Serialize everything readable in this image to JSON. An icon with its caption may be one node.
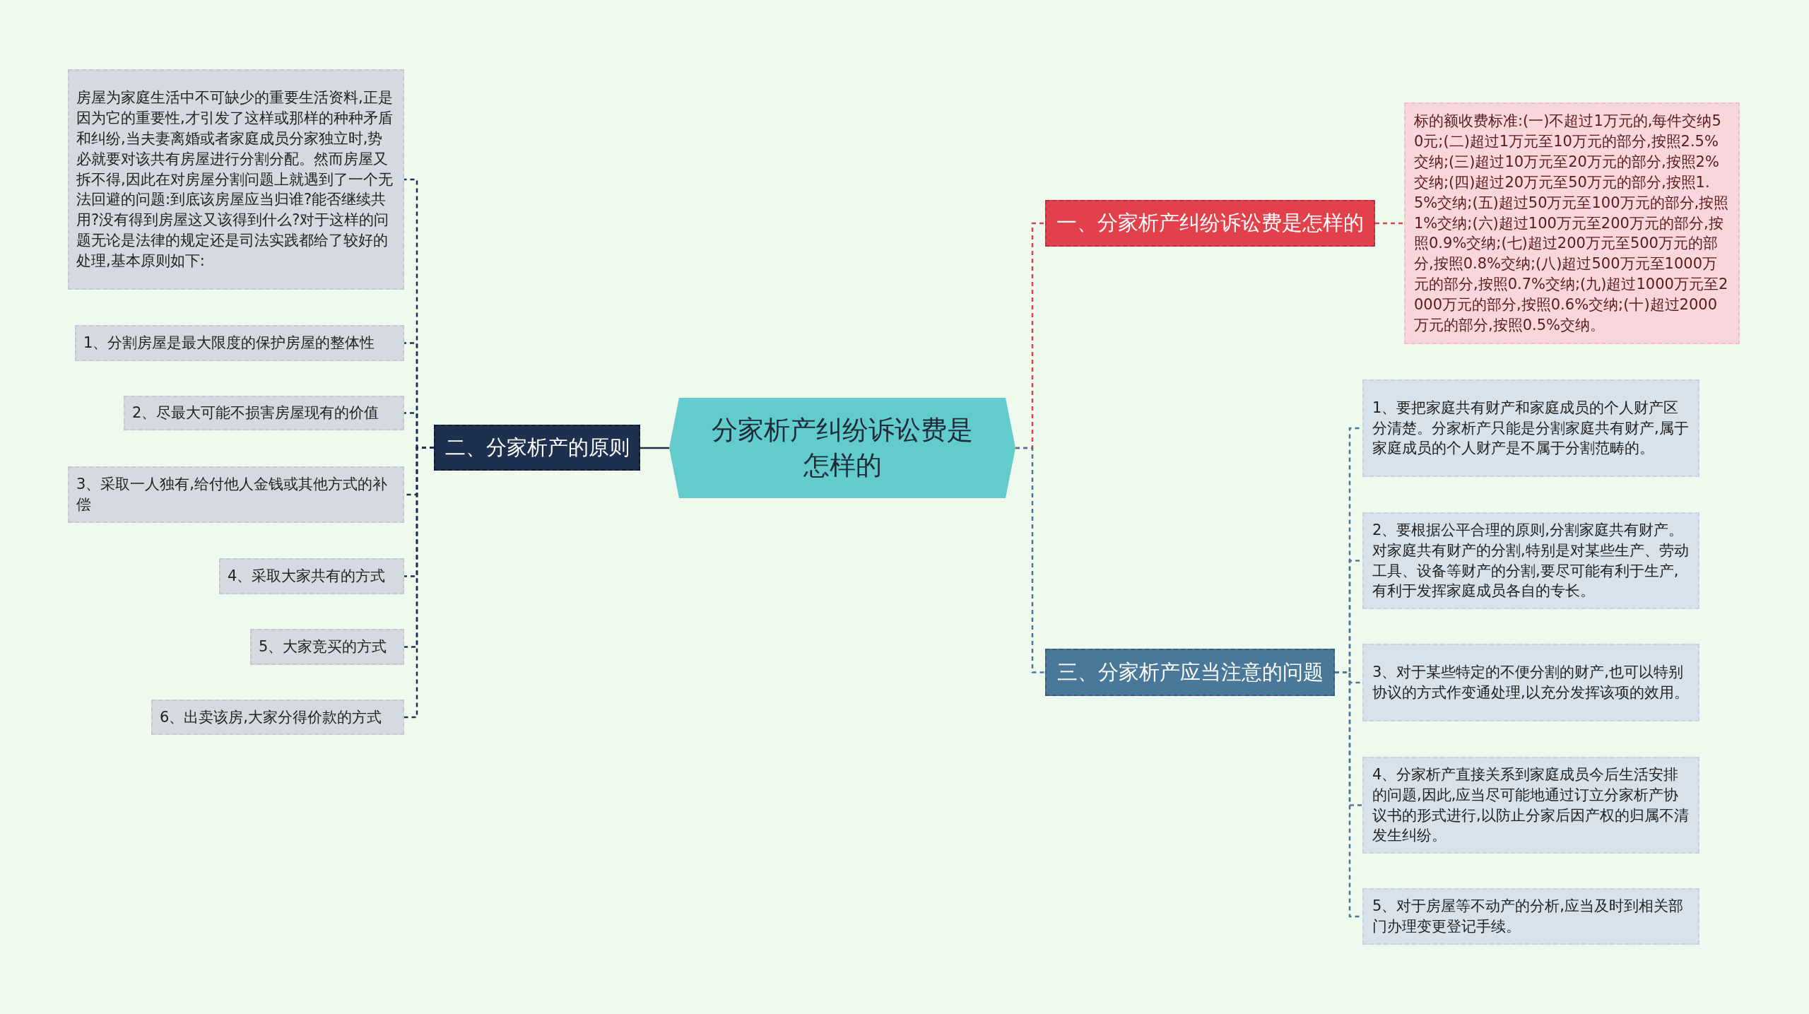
{
  "diagram": {
    "nodes": [
      {
        "text": [
          "分家析产纠纷诉讼费是怎样的"
        ]
      },
      {
        "text": [
          "一、分家析产纠纷诉讼费是怎样的"
        ]
      },
      {
        "text": [
          "标的额收费标准:(一)不超过1万元的,每件交纳50元;(二)超过1万元至10万元的部分,按照2.5%交纳;(三)超过10万元至20万元的部分,按照2%交纳;(四)超过20万元至50万元的部分,按照1.5%交纳;(五)超过50万元至100万元的部分,按照1%交纳;(六)超过100万元至200万元的部分,按照0.9%交纳;(七)超过200万元至500万元的部分,按照0.8%交纳;(八)超过500万元至1000万元的部分,按照0.7%交纳;(九)超过1000万元至2000万元的部分,按照0.6%交纳;(十)超过2000万元的部分,按照0.5%交纳。"
        ]
      },
      {
        "text": [
          "二、分家析产的原则"
        ]
      },
      {
        "text": [
          "房屋为家庭生活中不可缺少的重要生活资料,正是因为它的重要性,才引发了这样或那样的种种矛盾和纠纷,当夫妻离婚或者家庭成员分家独立时,势必就要对该共有房屋进行分割分配。然而房屋又拆不得,因此在对房屋分割问题上就遇到了一个无法回避的问题:到底该房屋应当归谁?能否继续共用?没有得到房屋这又该得到什么?对于这样的问题无论是法律的规定还是司法实践都给了较好的处理,基本原则如下:"
        ]
      },
      {
        "text": [
          "1、分割房屋是最大限度的保护房屋的整体性"
        ]
      },
      {
        "text": [
          "2、尽最大可能不损害房屋现有的价值"
        ]
      },
      {
        "text": [
          "3、采取一人独有,给付他人金钱或其他方式的补偿"
        ]
      },
      {
        "text": [
          "4、采取大家共有的方式"
        ]
      },
      {
        "text": [
          "5、大家竞买的方式"
        ]
      },
      {
        "text": [
          "6、出卖该房,大家分得价款的方式"
        ]
      },
      {
        "text": [
          "三、分家析产应当注意的问题"
        ]
      },
      {
        "text": [
          "1、要把家庭共有财产和家庭成员的个人财产区分清楚。分家析产只能是分割家庭共有财产,属于家庭成员的个人财产是不属于分割范畴的。"
        ]
      },
      {
        "text": [
          "2、要根据公平合理的原则,分割家庭共有财产。对家庭共有财产的分割,特别是对某些生产、劳动工具、设备等财产的分割,要尽可能有利于生产,有利于发挥家庭成员各自的专长。"
        ]
      },
      {
        "text": [
          "3、对于某些特定的不便分割的财产,也可以特别协议的方式作变通处理,以充分发挥该项的效用。"
        ]
      },
      {
        "text": [
          "4、分家析产直接关系到家庭成员今后生活安排的问题,因此,应当尽可能地通过订立分家析产协议书的形式进行,以防止分家后因产权的归属不清发生纠纷。"
        ]
      },
      {
        "text": [
          "5、对于房屋等不动产的分析,应当及时到相关部门办理变更登记手续。"
        ]
      }
    ],
    "edges": [
      {
        "from": 0,
        "to": 1,
        "arrow": "none",
        "style": "dashed",
        "color": "#e0404b"
      },
      {
        "from": 1,
        "to": 2,
        "arrow": "none",
        "style": "dashed",
        "color": "#e0404b"
      },
      {
        "from": 0,
        "to": 3,
        "arrow": "none"
      },
      {
        "from": 3,
        "to": 4,
        "arrow": "none",
        "style": "dashed"
      },
      {
        "from": 3,
        "to": 5,
        "arrow": "none",
        "style": "dashed"
      },
      {
        "from": 3,
        "to": 6,
        "arrow": "none",
        "style": "dashed"
      },
      {
        "from": 3,
        "to": 7,
        "arrow": "none",
        "style": "dashed"
      },
      {
        "from": 3,
        "to": 8,
        "arrow": "none",
        "style": "dashed"
      },
      {
        "from": 3,
        "to": 9,
        "arrow": "none",
        "style": "dashed"
      },
      {
        "from": 3,
        "to": 10,
        "arrow": "none",
        "style": "dashed"
      },
      {
        "from": 0,
        "to": 11,
        "arrow": "none",
        "style": "dashed",
        "color": "#4a7898"
      },
      {
        "from": 11,
        "to": 12,
        "arrow": "none",
        "style": "dashed",
        "color": "#4a7898"
      },
      {
        "from": 11,
        "to": 13,
        "arrow": "none",
        "style": "dashed",
        "color": "#4a7898"
      },
      {
        "from": 11,
        "to": 14,
        "arrow": "none",
        "style": "dashed",
        "color": "#4a7898"
      },
      {
        "from": 11,
        "to": 15,
        "arrow": "none",
        "style": "dashed",
        "color": "#4a7898"
      },
      {
        "from": 11,
        "to": 16,
        "arrow": "none",
        "style": "dashed",
        "color": "#4a7898"
      }
    ]
  }
}
